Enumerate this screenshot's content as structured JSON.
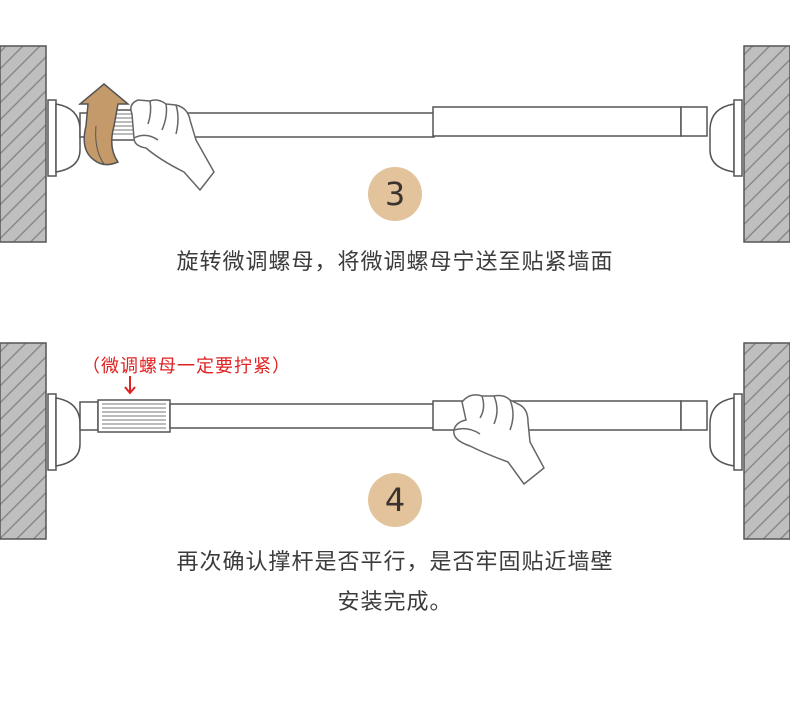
{
  "colors": {
    "wall_fill": "#bfbfbf",
    "wall_hatch": "#8a8a8a",
    "outline": "#555555",
    "rod_fill": "#ffffff",
    "badge_fill": "#e2c39b",
    "arrow_fill": "#c59a6a",
    "note_color": "#e02222"
  },
  "step3": {
    "number": "3",
    "caption": "旋转微调螺母，将微调螺母宁送至贴紧墙面",
    "icons": [
      "wall-left",
      "wall-right",
      "tension-rod",
      "rotate-arrow-icon",
      "hand-icon"
    ]
  },
  "step4": {
    "number": "4",
    "note": "（微调螺母一定要拧紧）",
    "caption_line1": "再次确认撑杆是否平行，是否牢固贴近墙壁",
    "caption_line2": "安装完成。",
    "icons": [
      "wall-left",
      "wall-right",
      "tension-rod",
      "down-arrow-icon",
      "hand-icon"
    ]
  }
}
